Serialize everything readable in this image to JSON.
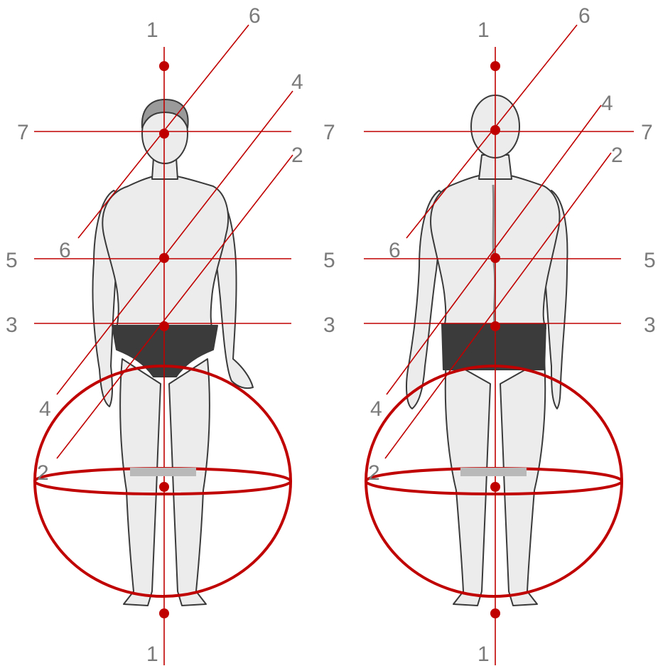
{
  "figures": [
    {
      "view": "front",
      "axis_labels": {
        "top_1": "1",
        "bottom_1": "1",
        "line_7": "7",
        "line_5": "5",
        "line_3": "3",
        "diag_6_top": "6",
        "diag_6_bottom": "6",
        "diag_4_top": "4",
        "diag_4_bottom": "4",
        "diag_2_top": "2",
        "diag_2_bottom": "2"
      }
    },
    {
      "view": "back",
      "axis_labels": {
        "top_1": "1",
        "bottom_1": "1",
        "line_7_left": "7",
        "line_7_right": "7",
        "line_5_left": "5",
        "line_5_right": "5",
        "line_3_left": "3",
        "line_3_right": "3",
        "diag_6_top": "6",
        "diag_6_bottom": "6",
        "diag_4_top": "4",
        "diag_4_bottom": "4",
        "diag_2_top": "2",
        "diag_2_bottom": "2"
      }
    }
  ],
  "colors": {
    "axis_red": "#c00000",
    "label_gray": "#7a7a7a",
    "skin": "#ececec",
    "outline": "#3a3a3a",
    "underwear": "#3b3b3b",
    "knee_band": "#b9b9b9"
  }
}
